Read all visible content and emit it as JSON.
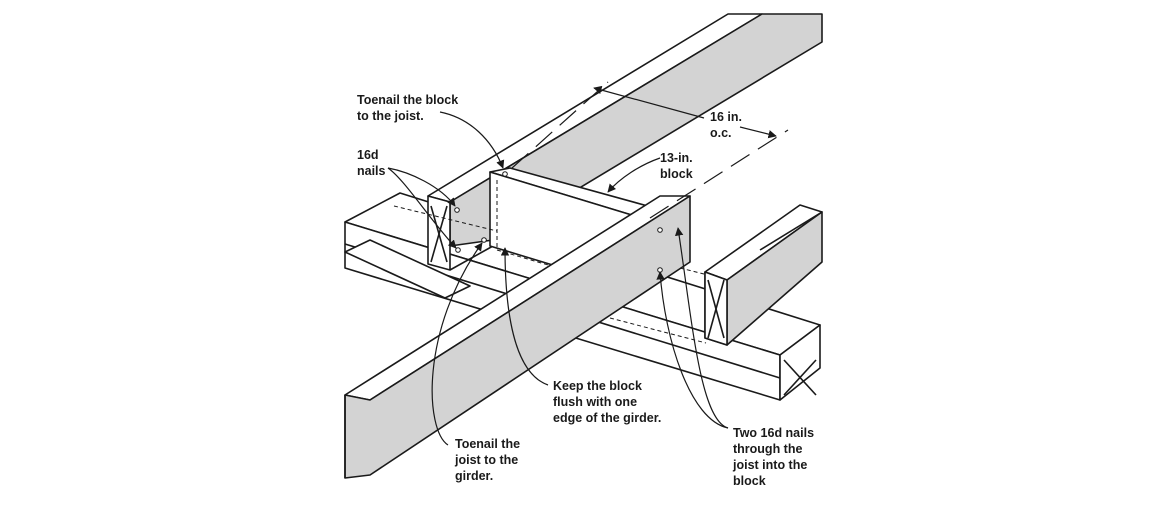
{
  "labels": {
    "toenail_block": [
      "Toenail the block",
      "to the joist."
    ],
    "nails_16d": [
      "16d",
      "nails"
    ],
    "spacing": [
      "16 in.",
      "o.c."
    ],
    "block_size": [
      "13-in.",
      "block"
    ],
    "flush": [
      "Keep the block",
      "flush with one",
      "edge of the girder."
    ],
    "toenail_joist": [
      "Toenail the",
      "joist to the",
      "girder."
    ],
    "two_nails": [
      "Two 16d nails",
      "through the",
      "joist into the",
      "block"
    ]
  },
  "colors": {
    "line": "#1a1a1a",
    "side_face": "#d3d3d3",
    "top_face": "#ffffff"
  }
}
